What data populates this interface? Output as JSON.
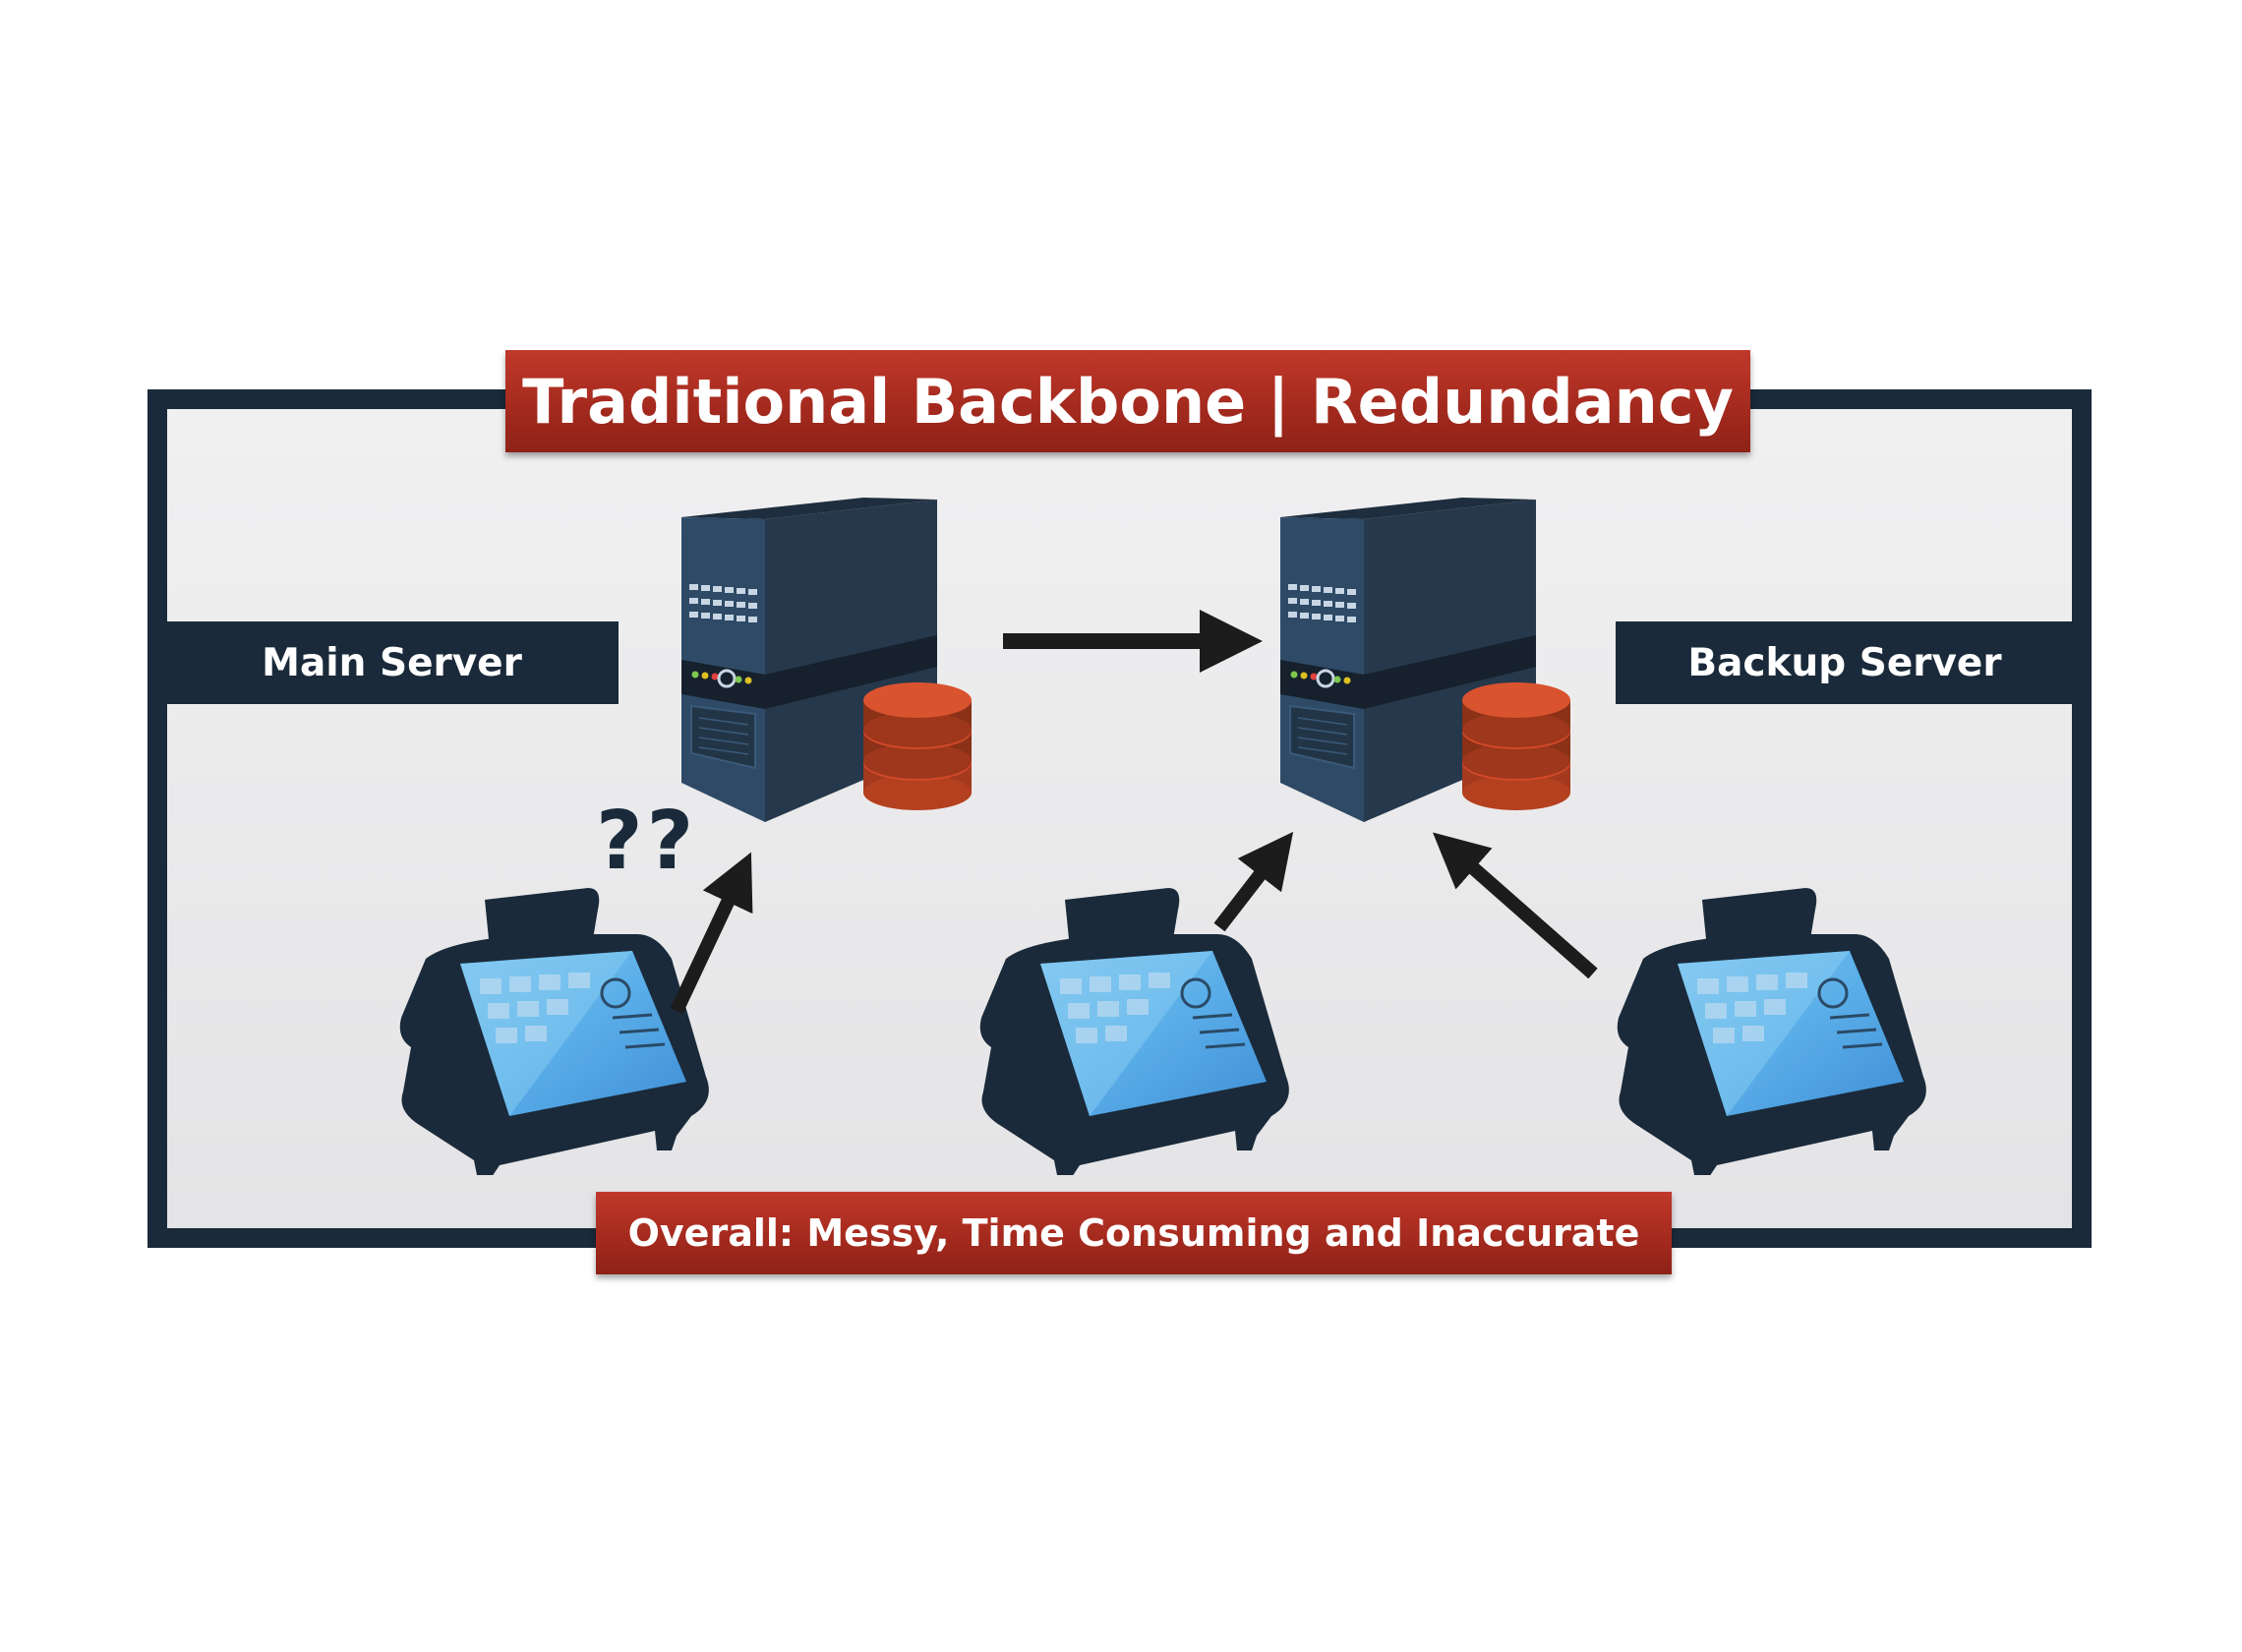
{
  "diagram": {
    "title": "Traditional Backbone | Redundancy",
    "summary": "Overall: Messy, Time Consuming and Inaccurate",
    "labels": {
      "main_server": "Main Server",
      "backup_server": "Backup Server"
    },
    "question_marks": "??",
    "nodes": [
      {
        "id": "main-server",
        "kind": "server-with-database",
        "icon": "server-icon"
      },
      {
        "id": "backup-server",
        "kind": "server-with-database",
        "icon": "server-icon"
      },
      {
        "id": "pos-terminal-1",
        "kind": "pos-terminal",
        "icon": "pos-terminal-icon"
      },
      {
        "id": "pos-terminal-2",
        "kind": "pos-terminal",
        "icon": "pos-terminal-icon"
      },
      {
        "id": "pos-terminal-3",
        "kind": "pos-terminal",
        "icon": "pos-terminal-icon"
      }
    ],
    "edges": [
      {
        "from": "main-server",
        "to": "backup-server"
      },
      {
        "from": "pos-terminal-1",
        "to": "main-server"
      },
      {
        "from": "pos-terminal-2",
        "to": "backup-server"
      },
      {
        "from": "pos-terminal-3",
        "to": "backup-server"
      }
    ],
    "colors": {
      "navy": "#1a2a3a",
      "banner_red": "#b03020",
      "database_orange": "#d2492a",
      "screen_blue": "#5aaee8"
    }
  }
}
